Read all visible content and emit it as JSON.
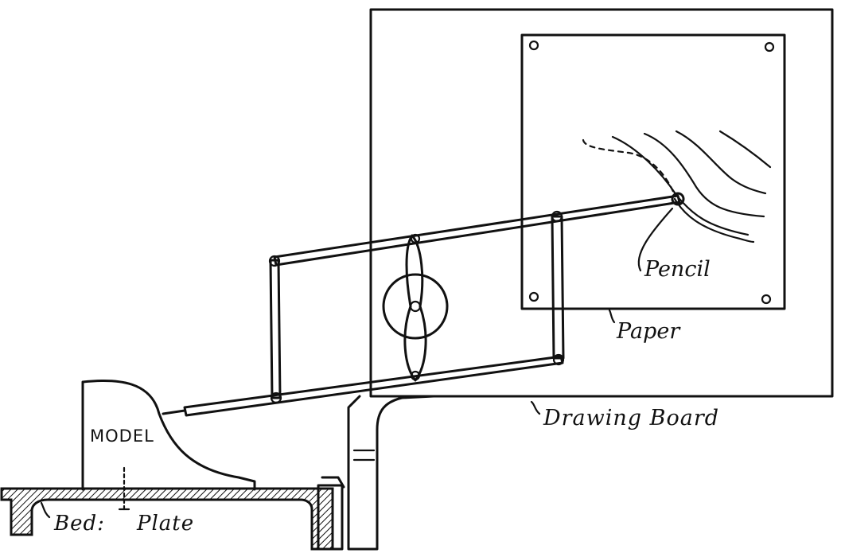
{
  "labels": {
    "model": "MODEL",
    "pencil": "Pencil",
    "paper": "Paper",
    "drawing_board": "Drawing Board",
    "bed": "Bed:",
    "plate": "Plate"
  },
  "colors": {
    "ink": "#111111",
    "background": "#ffffff"
  }
}
